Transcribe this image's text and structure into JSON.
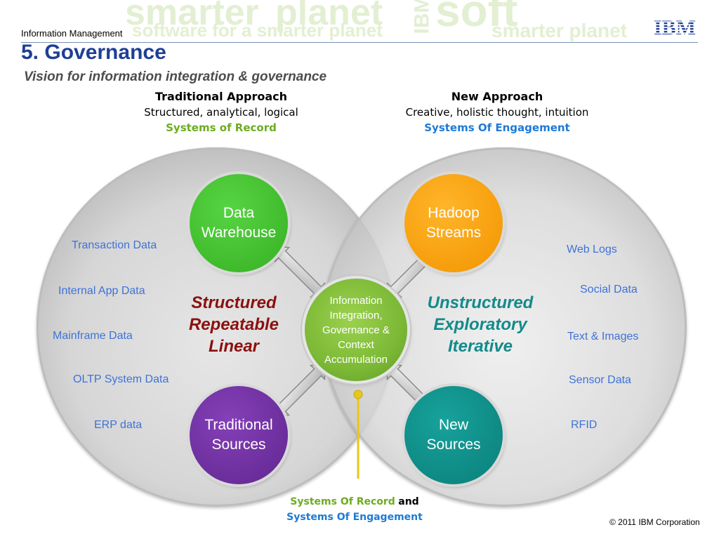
{
  "header": {
    "section": "Information Management",
    "logo": "IBM",
    "title": "5. Governance",
    "subtitle": "Vision for information integration & governance"
  },
  "background_words": [
    "smarter",
    "planet",
    "software for a smarter planet",
    "soft",
    "IBM",
    "smarter planet"
  ],
  "traditional": {
    "heading": "Traditional Approach",
    "desc": "Structured, analytical, logical",
    "system": "Systems of Record",
    "big_label": [
      "Structured",
      "Repeatable",
      "Linear"
    ],
    "sources": [
      "Transaction Data",
      "Internal App Data",
      "Mainframe Data",
      "OLTP System Data",
      "ERP data"
    ]
  },
  "new": {
    "heading": "New Approach",
    "desc": "Creative, holistic thought, intuition",
    "system": "Systems Of Engagement",
    "big_label": [
      "Unstructured",
      "Exploratory",
      "Iterative"
    ],
    "sources": [
      "Web Logs",
      "Social Data",
      "Text & Images",
      "Sensor Data",
      "RFID"
    ]
  },
  "nodes": {
    "data_warehouse": [
      "Data",
      "Warehouse"
    ],
    "hadoop": [
      "Hadoop",
      "Streams"
    ],
    "traditional_sources": [
      "Traditional",
      "Sources"
    ],
    "new_sources": [
      "New",
      "Sources"
    ],
    "center": [
      "Information",
      "Integration,",
      "Governance &",
      "Context",
      "Accumulation"
    ]
  },
  "footer": {
    "part1": "Systems Of Record",
    "and": "and",
    "part2": "Systems Of Engagement"
  },
  "copyright": "© 2011 IBM Corporation",
  "colors": {
    "title": "#1f3f95",
    "record_green": "#6dac1f",
    "engagement_blue": "#1e7ad6",
    "data_warehouse": "#3fbf2c",
    "hadoop": "#f7a000",
    "traditional_sources": "#6b2e9e",
    "new_sources": "#0e8a85",
    "structured": "#8b1010",
    "unstructured": "#138a8a",
    "source_text": "#3f72d7",
    "connector": "#e8c61a"
  }
}
